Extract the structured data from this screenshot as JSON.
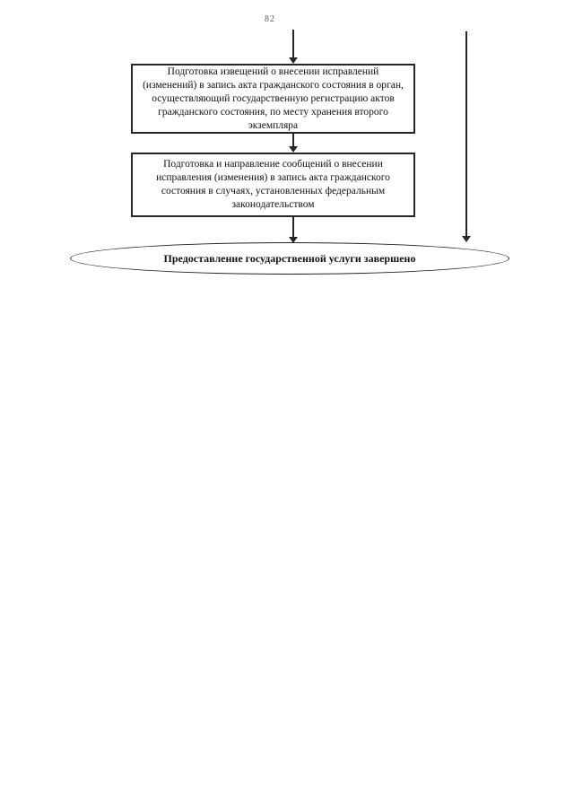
{
  "page": {
    "number": "82"
  },
  "flowchart": {
    "boxes": [
      {
        "id": "step-1",
        "text": "Подготовка извещений о внесении исправлений\n(изменений) в запись акта гражданского состояния в орган,\nосуществляющий государственную регистрацию актов\nгражданского состояния, по месту хранения второго\nэкземпляра"
      },
      {
        "id": "step-2",
        "text": "Подготовка и направление сообщений о внесении\nисправления (изменения) в запись акта гражданского\nсостояния в случаях, установленных федеральным\nзаконодательством"
      }
    ],
    "terminator": {
      "text": "Предоставление государственной услуги завершено"
    },
    "colors": {
      "line": "#262626",
      "text": "#111111",
      "background": "#ffffff"
    }
  }
}
